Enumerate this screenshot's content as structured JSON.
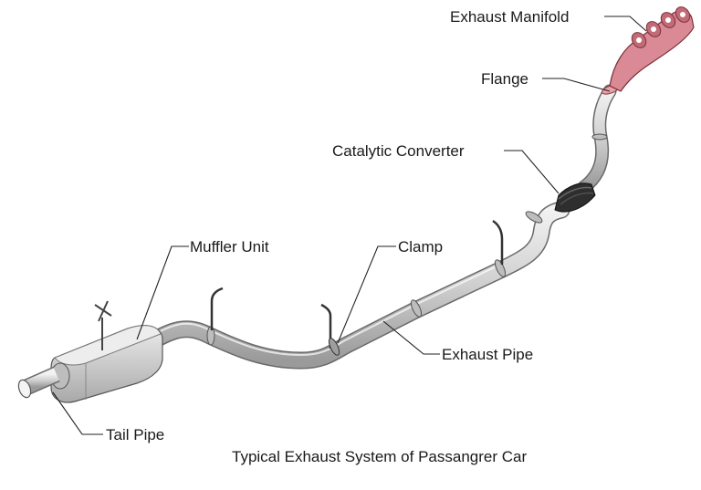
{
  "labels": {
    "exhaust_manifold": "Exhaust Manifold",
    "flange": "Flange",
    "catalytic_converter": "Catalytic Converter",
    "muffler_unit": "Muffler Unit",
    "clamp": "Clamp",
    "exhaust_pipe": "Exhaust Pipe",
    "tail_pipe": "Tail Pipe"
  },
  "caption": "Typical Exhaust System of Passangrer Car",
  "colors": {
    "pipe_fill": "#d8d8d8",
    "pipe_edge": "#6a6a6a",
    "manifold_fill": "#d98a94",
    "converter_fill": "#2e2e2e",
    "muffler_fill": "#cfcfcf"
  }
}
